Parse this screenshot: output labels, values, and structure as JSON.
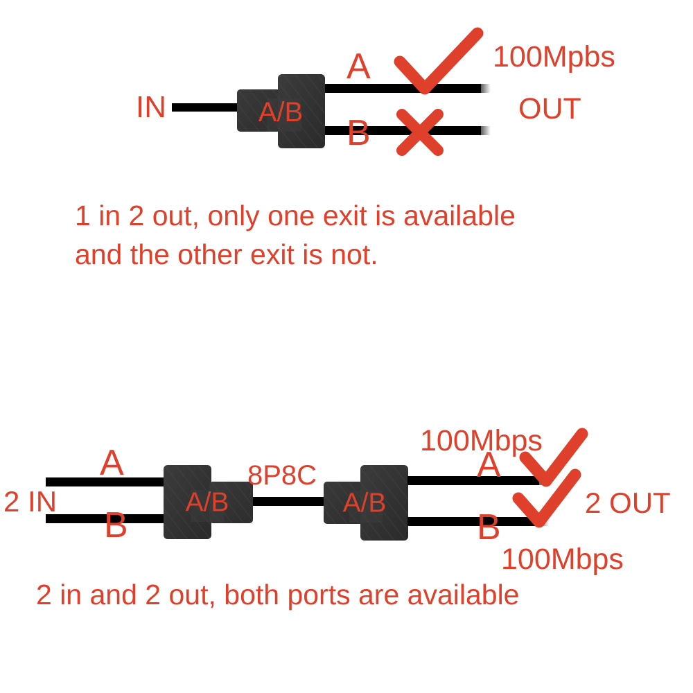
{
  "colors": {
    "accent_red": "#DE402B",
    "cable_black": "#000000",
    "adapter_dark": "#333333",
    "adapter_darker": "#2b2b2b",
    "background": "#FFFFFF"
  },
  "top_diagram": {
    "input_label": "IN",
    "adapter_label": "A/B",
    "output_a_label": "A",
    "output_b_label": "B",
    "speed_label": "100Mpbs",
    "out_label": "OUT",
    "mark_a": "check-mark",
    "mark_b": "cross-mark",
    "caption_line1": "1 in 2 out, only one exit is available",
    "caption_line2": "and the other exit is not."
  },
  "bottom_diagram": {
    "input_label": "2 IN",
    "input_a_label": "A",
    "input_b_label": "B",
    "adapter_left_label": "A/B",
    "adapter_right_label": "A/B",
    "link_label": "8P8C",
    "output_a_label": "A",
    "output_b_label": "B",
    "speed_top_label": "100Mbps",
    "speed_bottom_label": "100Mbps",
    "out_label": "2 OUT",
    "mark_a": "check-mark",
    "mark_b": "check-mark",
    "caption_line1": "2 in and 2 out, both ports are available"
  }
}
